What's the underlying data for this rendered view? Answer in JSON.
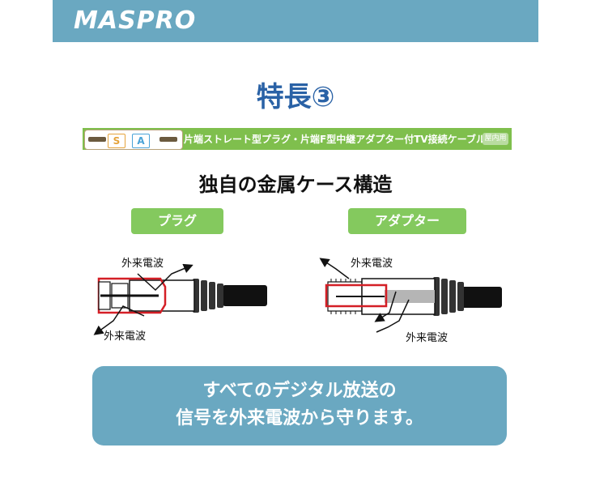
{
  "header": {
    "logo": "MASPRO"
  },
  "feature": {
    "title": "特長③"
  },
  "product_strip": {
    "s_label": "S",
    "a_label": "A",
    "description": "片端ストレート型プラグ・片端F型中継アダプター付TV接続ケーブル",
    "badge": "屋内用"
  },
  "section": {
    "title": "独自の金属ケース構造"
  },
  "plug": {
    "label": "プラグ",
    "callout_top": "外来電波",
    "callout_bottom": "外来電波"
  },
  "adapter": {
    "label": "アダプター",
    "callout_top": "外来電波",
    "callout_bottom": "外来電波"
  },
  "banner": {
    "line1": "すべてのデジタル放送の",
    "line2": "信号を外来電波から守ります。"
  },
  "colors": {
    "header_bg": "#6aa8c1",
    "title_blue": "#2a62a6",
    "green": "#84c95e",
    "shield_red": "#d41f26"
  }
}
